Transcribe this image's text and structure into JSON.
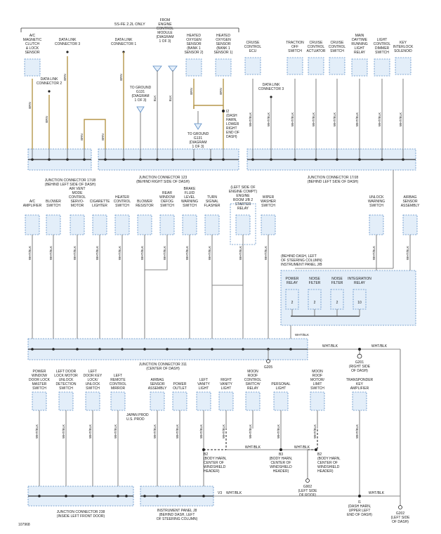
{
  "header": {
    "engine_label": "5S-FE 2.2L ONLY"
  },
  "top_components": [
    {
      "id": "ac_mag",
      "label": [
        "A/C",
        "MAGNETIC",
        "CLUTCH",
        "& LOCK",
        "SENSOR"
      ]
    },
    {
      "id": "dlc3",
      "label": [
        "DATA LINK",
        "CONNECTOR 3"
      ]
    },
    {
      "id": "dlc2",
      "label": [
        "DATA LINK",
        "CONNECTOR 2"
      ]
    },
    {
      "id": "dlc1",
      "label": [
        "DATA LINK",
        "CONNECTOR 1"
      ]
    },
    {
      "id": "ecm",
      "label": [
        "FROM",
        "ENGINE",
        "CONTROL",
        "MODULE",
        "(DIAGRAM",
        "1 OF 3)"
      ]
    },
    {
      "id": "ground",
      "label": [
        "TO GROUND",
        "G131",
        "(DIAGRAM",
        "1 OF 3)"
      ]
    },
    {
      "id": "ho2s2",
      "label": [
        "HEATED",
        "OXYGEN",
        "SENSOR",
        "(BANK 1",
        "SENSOR 2)"
      ]
    },
    {
      "id": "ho2s1",
      "label": [
        "HEATED",
        "OXYGEN",
        "SENSOR",
        "(BANK 1",
        "SENSOR 1)"
      ]
    },
    {
      "id": "cruise_ecu",
      "label": [
        "CRUISE",
        "CONTROL",
        "ECU"
      ]
    },
    {
      "id": "dlc3b",
      "label": [
        "DATA LINK",
        "CONNECTOR 3"
      ]
    },
    {
      "id": "traction",
      "label": [
        "TRACTION",
        "OFF",
        "SWITCH"
      ]
    },
    {
      "id": "cruise_act",
      "label": [
        "CRUISE",
        "CONTROL",
        "ACTUATOR"
      ]
    },
    {
      "id": "cruise_sw",
      "label": [
        "CRUISE",
        "CONTROL",
        "SWITCH"
      ]
    },
    {
      "id": "drl",
      "label": [
        "MAIN",
        "DAYTIME",
        "RUNNING",
        "LIGHT",
        "RELAY"
      ]
    },
    {
      "id": "dimmer",
      "label": [
        "LIGHT",
        "CONTROL",
        "DIMMER",
        "SWITCH"
      ]
    },
    {
      "id": "keyint",
      "label": [
        "KEY",
        "INTERLOCK",
        "SOLENOID"
      ]
    }
  ],
  "splice": {
    "id": "I2",
    "label": [
      "I2",
      "(DASH",
      "HARN,",
      "LOWER",
      "RIGHT",
      "END OF",
      "DASH)"
    ]
  },
  "ground2": {
    "label": [
      "TO GROUND",
      "G131",
      "(DIAGRAM",
      "1 OF 3)"
    ]
  },
  "junctions": {
    "jc17b_top": {
      "label": [
        "JUNCTION CONNECTOR 17/J8",
        "(BEHIND LEFT SIDE OF DASH)"
      ]
    },
    "jc123": {
      "label": [
        "JUNCTION CONNECTOR 123",
        "(BEHIND RIGHT SIDE OF DASH)"
      ]
    },
    "jc17b_right": {
      "label": [
        "JUNCTION CONNECTOR 17/J8",
        "(BEHIND LEFT SIDE OF DASH)"
      ]
    },
    "jc311": {
      "label": [
        "JUNCTION CONNECTOR 311",
        "(CENTER OF DASH)"
      ]
    },
    "jc238": {
      "label": [
        "JUNCTION CONNECTOR 238",
        "(INSIDE LEFT FRONT DOOR)"
      ]
    },
    "ip_left": {
      "label": [
        "INSTRUMENT PANEL J8",
        "(BEHIND DASH, LEFT",
        "OF STEERING COLUMN)"
      ]
    }
  },
  "middle_components": [
    {
      "id": "ac_amp",
      "label": [
        "A/C",
        "AMPLIFIER"
      ]
    },
    {
      "id": "blower_sw",
      "label": [
        "BLOWER",
        "SWITCH"
      ]
    },
    {
      "id": "air_vent",
      "label": [
        "AIR VENT",
        "MODE",
        "CONTROL",
        "SERVO-",
        "MOTOR"
      ]
    },
    {
      "id": "cig",
      "label": [
        "CIGARETTE",
        "LIGHTER"
      ]
    },
    {
      "id": "heater_sw",
      "label": [
        "HEATER",
        "CONTROL",
        "SWITCH"
      ]
    },
    {
      "id": "blower_res",
      "label": [
        "BLOWER",
        "RESISTOR"
      ]
    },
    {
      "id": "rear_defog",
      "label": [
        "REAR",
        "WINDOW",
        "DEFOG",
        "SWITCH"
      ]
    },
    {
      "id": "brake_fluid",
      "label": [
        "BRAKE",
        "FLUID",
        "LEVEL",
        "WARNING",
        "SWITCH"
      ]
    },
    {
      "id": "turn_flasher",
      "label": [
        "TURN",
        "SIGNAL",
        "FLASHER"
      ]
    },
    {
      "id": "starter",
      "label": [
        "(LEFT SIDE OF",
        "ENGINE COMPT)",
        "ENGINE",
        "ROOM J/B 2",
        "STARTER",
        "RELAY"
      ]
    },
    {
      "id": "wiper",
      "label": [
        "WIPER",
        "WASHER",
        "SWITCH"
      ]
    },
    {
      "id": "unlock_warn",
      "label": [
        "UNLOCK",
        "WARNING",
        "SWITCH"
      ]
    },
    {
      "id": "airbag_sensor",
      "label": [
        "AIRBAG",
        "SENSOR",
        "ASSEMBLY"
      ]
    }
  ],
  "ip_box": {
    "title": [
      "(BEHIND DASH, LEFT",
      "OF STEERING COLUMN)",
      "INSTRUMENT PANEL J/B"
    ],
    "relays": [
      {
        "label": [
          "POWER",
          "RELAY"
        ],
        "pin": "2"
      },
      {
        "label": [
          "NOISE",
          "FILTER"
        ],
        "pin": "2"
      },
      {
        "label": [
          "NOISE",
          "FILTER"
        ],
        "pin": "2"
      },
      {
        "label": [
          "INTEGRATION",
          "RELAY"
        ],
        "pin": "10"
      }
    ]
  },
  "bottom_components": [
    {
      "id": "pw_master",
      "label": [
        "POWER",
        "WINDOW",
        "DOOR LOCK",
        "MASTER",
        "SWITCH"
      ]
    },
    {
      "id": "ldl_motor",
      "label": [
        "LEFT DOOR",
        "LOCK MOTOR",
        "UNLOCK",
        "DETECTION",
        "SWITCH"
      ]
    },
    {
      "id": "ldkey",
      "label": [
        "LEFT",
        "DOOR KEY",
        "LOCK/",
        "UNLOCK",
        "SWITCH"
      ]
    },
    {
      "id": "lr_mirror",
      "label": [
        "LEFT",
        "REMOTE",
        "CONTROL",
        "MIRROR"
      ]
    },
    {
      "id": "airbag_asm",
      "label": [
        "AIRBAG",
        "SENSOR",
        "ASSEMBLY"
      ]
    },
    {
      "id": "pwr_outlet",
      "label": [
        "POWER",
        "OUTLET"
      ]
    },
    {
      "id": "lvanity",
      "label": [
        "LEFT",
        "VANITY",
        "LIGHT"
      ]
    },
    {
      "id": "rvanity",
      "label": [
        "RIGHT",
        "VANITY",
        "LIGHT"
      ]
    },
    {
      "id": "moonroof_relay",
      "label": [
        "MOON",
        "ROOF",
        "CONTROL",
        "SWITCH/",
        "RELAY"
      ]
    },
    {
      "id": "personal",
      "label": [
        "PERSONAL",
        "LIGHT"
      ]
    },
    {
      "id": "moonroof_limit",
      "label": [
        "MOON",
        "ROOF",
        "MOTOR/",
        "LIMIT",
        "SWITCH"
      ]
    },
    {
      "id": "transponder",
      "label": [
        "TRANSPONDER",
        "KEY",
        "AMPLIFIER"
      ]
    }
  ],
  "grounds": [
    {
      "id": "G201",
      "label": [
        "G201",
        "(RIGHT SIDE",
        "OF DASH)"
      ]
    },
    {
      "id": "G205",
      "label": [
        "G205"
      ]
    },
    {
      "id": "G202",
      "label": [
        "G202",
        "(LEFT SIDE",
        "OF DASH)"
      ]
    },
    {
      "id": "G902",
      "label": [
        "G902",
        "(LEFT SIDE",
        "OF ROOF)"
      ]
    }
  ],
  "splices": [
    {
      "id": "B2a",
      "label": [
        "B2",
        "(BODY HARN,",
        "CENTER OF",
        "WINDSHIELD",
        "HEADER)"
      ]
    },
    {
      "id": "B3",
      "label": [
        "B3",
        "(BODY HARN,",
        "CENTER OF",
        "WINDSHIELD",
        "HEADER)"
      ]
    },
    {
      "id": "B2b",
      "label": [
        "B2",
        "(BODY HARN,",
        "CENTER OF",
        "WINDSHIELD",
        "HEADER)"
      ]
    },
    {
      "id": "I1",
      "label": [
        "I1",
        "(DASH HARN,",
        "UPPER LEFT",
        "END OF DASH)"
      ]
    }
  ],
  "wire_labels": {
    "wht_blk": "WHT/BLK",
    "blk": "BLK",
    "brn": "BRN",
    "v3": "V3",
    "japan_prod": [
      "JAPAN PROD",
      "U.S. PROD"
    ]
  },
  "footer": {
    "figure_id": "107968"
  }
}
